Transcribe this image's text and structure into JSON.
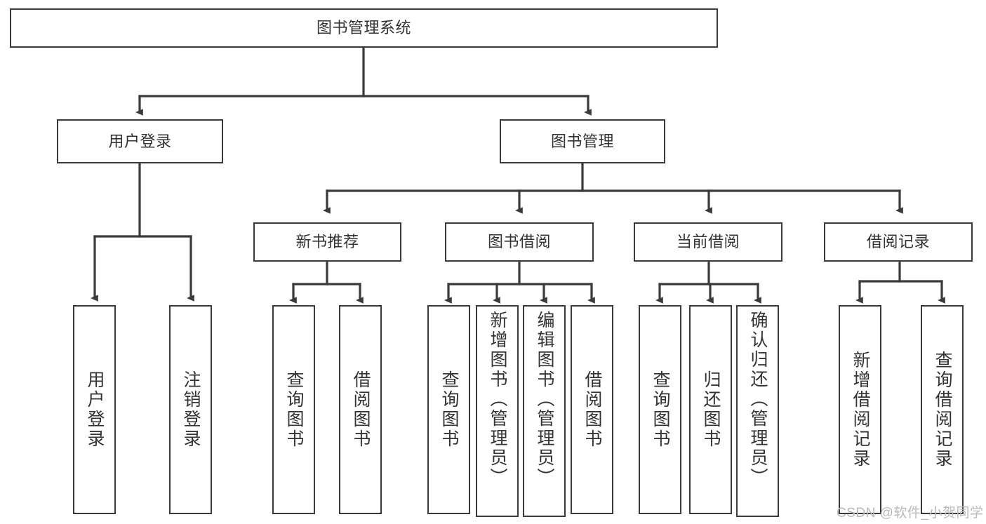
{
  "diagram": {
    "type": "hierarchy-tree",
    "title": "图书管理系统",
    "root": {
      "label": "图书管理系统",
      "orientation": "horizontal"
    },
    "level1": [
      {
        "label": "用户登录",
        "orientation": "horizontal"
      },
      {
        "label": "图书管理",
        "orientation": "horizontal"
      }
    ],
    "level2": [
      {
        "label": "新书推荐",
        "orientation": "horizontal",
        "parent": "图书管理"
      },
      {
        "label": "图书借阅",
        "orientation": "horizontal",
        "parent": "图书管理"
      },
      {
        "label": "当前借阅",
        "orientation": "horizontal",
        "parent": "图书管理"
      },
      {
        "label": "借阅记录",
        "orientation": "horizontal",
        "parent": "图书管理"
      }
    ],
    "leaves": [
      {
        "label": "用户登录",
        "orientation": "vertical",
        "parent": "用户登录"
      },
      {
        "label": "注销登录",
        "orientation": "vertical",
        "parent": "用户登录"
      },
      {
        "label": "查询图书",
        "orientation": "vertical",
        "parent": "新书推荐"
      },
      {
        "label": "借阅图书",
        "orientation": "vertical",
        "parent": "新书推荐"
      },
      {
        "label": "查询图书",
        "orientation": "vertical",
        "parent": "图书借阅"
      },
      {
        "label": "新增图书（管理员）",
        "orientation": "vertical",
        "parent": "图书借阅"
      },
      {
        "label": "编辑图书（管理员）",
        "orientation": "vertical",
        "parent": "图书借阅"
      },
      {
        "label": "借阅图书",
        "orientation": "vertical",
        "parent": "图书借阅"
      },
      {
        "label": "查询图书",
        "orientation": "vertical",
        "parent": "当前借阅"
      },
      {
        "label": "归还图书",
        "orientation": "vertical",
        "parent": "当前借阅"
      },
      {
        "label": "确认归还（管理员）",
        "orientation": "vertical",
        "parent": "当前借阅"
      },
      {
        "label": "新增借阅记录",
        "orientation": "vertical",
        "parent": "借阅记录"
      },
      {
        "label": "查询借阅记录",
        "orientation": "vertical",
        "parent": "借阅记录"
      }
    ],
    "colors": {
      "background": "#ffffff",
      "node_border": "#3a3a3a",
      "node_fill": "#ffffff",
      "text": "#333333",
      "edge": "#3a3a3a",
      "watermark": "#b9b9b9"
    }
  },
  "watermark": {
    "text": "CSDN @软件_小贺同学"
  }
}
